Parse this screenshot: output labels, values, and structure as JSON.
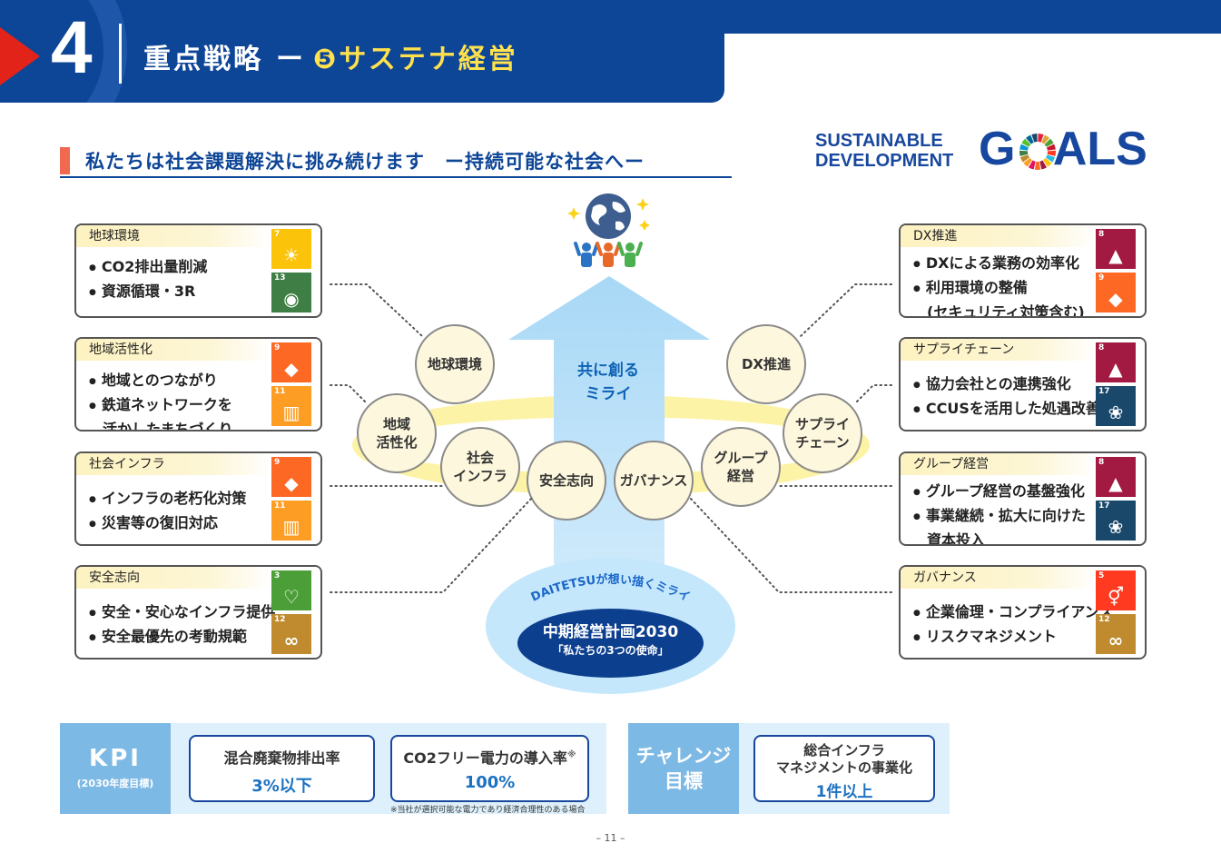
{
  "header": {
    "number": "4",
    "title": "重点戦略",
    "dash": "ー",
    "subtitle": "❺サステナ経営"
  },
  "subheading": "私たちは社会課題解決に挑み続けます　ー持続可能な社会へー",
  "sdg_logo": {
    "line1": "SUSTAINABLE",
    "line2": "DEVELOPMENT",
    "goals": "G   ALS"
  },
  "left_boxes": [
    {
      "title": "地球環境",
      "items": [
        {
          "text": "CO2排出量削減"
        },
        {
          "text": "資源循環・3R"
        }
      ],
      "icons": [
        {
          "num": "7",
          "glyph": "☀",
          "color": "#fcc30b",
          "name": "sun-icon"
        },
        {
          "num": "13",
          "glyph": "◉",
          "color": "#3f7e44",
          "name": "eye-icon"
        }
      ]
    },
    {
      "title": "地域活性化",
      "items": [
        {
          "text": "地域とのつながり"
        },
        {
          "text": "鉄道ネットワークを",
          "cont": "活かしたまちづくり"
        }
      ],
      "icons": [
        {
          "num": "9",
          "glyph": "◆",
          "color": "#fd6925",
          "name": "cubes-icon"
        },
        {
          "num": "11",
          "glyph": "▥",
          "color": "#fd9d24",
          "name": "city-icon"
        }
      ]
    },
    {
      "title": "社会インフラ",
      "items": [
        {
          "text": "インフラの老朽化対策"
        },
        {
          "text": "災害等の復旧対応"
        }
      ],
      "icons": [
        {
          "num": "9",
          "glyph": "◆",
          "color": "#fd6925",
          "name": "cubes-icon"
        },
        {
          "num": "11",
          "glyph": "▥",
          "color": "#fd9d24",
          "name": "city-icon"
        }
      ]
    },
    {
      "title": "安全志向",
      "items": [
        {
          "text": "安全・安心なインフラ提供"
        },
        {
          "text": "安全最優先の考動規範"
        }
      ],
      "icons": [
        {
          "num": "3",
          "glyph": "♡",
          "color": "#4c9f38",
          "name": "heartbeat-icon"
        },
        {
          "num": "12",
          "glyph": "∞",
          "color": "#bf8b2e",
          "name": "infinity-icon"
        }
      ]
    }
  ],
  "right_boxes": [
    {
      "title": "DX推進",
      "items": [
        {
          "text": "DXによる業務の効率化"
        },
        {
          "text": "利用環境の整備",
          "cont": "(セキュリティ対策含む)"
        }
      ],
      "icons": [
        {
          "num": "8",
          "glyph": "▲",
          "color": "#a21942",
          "name": "growth-chart-icon"
        },
        {
          "num": "9",
          "glyph": "◆",
          "color": "#fd6925",
          "name": "cubes-icon"
        }
      ]
    },
    {
      "title": "サプライチェーン",
      "items": [
        {
          "text": "協力会社との連携強化"
        },
        {
          "text": "CCUSを活用した処遇改善"
        }
      ],
      "icons": [
        {
          "num": "8",
          "glyph": "▲",
          "color": "#a21942",
          "name": "growth-chart-icon"
        },
        {
          "num": "17",
          "glyph": "❀",
          "color": "#19486a",
          "name": "partnership-icon"
        }
      ]
    },
    {
      "title": "グループ経営",
      "items": [
        {
          "text": "グループ経営の基盤強化"
        },
        {
          "text": "事業継続・拡大に向けた",
          "cont": "資本投入"
        }
      ],
      "icons": [
        {
          "num": "8",
          "glyph": "▲",
          "color": "#a21942",
          "name": "growth-chart-icon"
        },
        {
          "num": "17",
          "glyph": "❀",
          "color": "#19486a",
          "name": "partnership-icon"
        }
      ]
    },
    {
      "title": "ガバナンス",
      "items": [
        {
          "text": "企業倫理・コンプライアンス"
        },
        {
          "text": "リスクマネジメント"
        }
      ],
      "icons": [
        {
          "num": "5",
          "glyph": "⚥",
          "color": "#ff3a21",
          "name": "gender-icon"
        },
        {
          "num": "12",
          "glyph": "∞",
          "color": "#bf8b2e",
          "name": "infinity-icon"
        }
      ]
    }
  ],
  "center": {
    "arrow_line1": "共に創る",
    "arrow_line2": "ミライ",
    "circles": {
      "chikyu": "地球環境",
      "chiiki_1": "地域",
      "chiiki_2": "活性化",
      "infra_1": "社会",
      "infra_2": "インフラ",
      "anzen": "安全志向",
      "gov": "ガバナンス",
      "group_1": "グループ",
      "group_2": "経営",
      "supply_1": "サプライ",
      "supply_2": "チェーン",
      "dx": "DX推進"
    },
    "arc_text": "DAITETSUが想い描くミライ",
    "plan_title": "中期経営計画2030",
    "plan_sub": "「私たちの3つの使命」"
  },
  "kpi": {
    "label": "KPI",
    "label_sub": "(2030年度目標)",
    "items": [
      {
        "title": "混合廃棄物排出率",
        "value": "3%以下"
      },
      {
        "title": "CO2フリー電力の導入率",
        "mark": "※",
        "value": "100%"
      }
    ],
    "note": "※当社が選択可能な電力であり経済合理性のある場合"
  },
  "challenge": {
    "label_1": "チャレンジ",
    "label_2": "目標",
    "title_1": "総合インフラ",
    "title_2": "マネジメントの事業化",
    "value": "1件以上"
  },
  "page_number": "– 11 –"
}
